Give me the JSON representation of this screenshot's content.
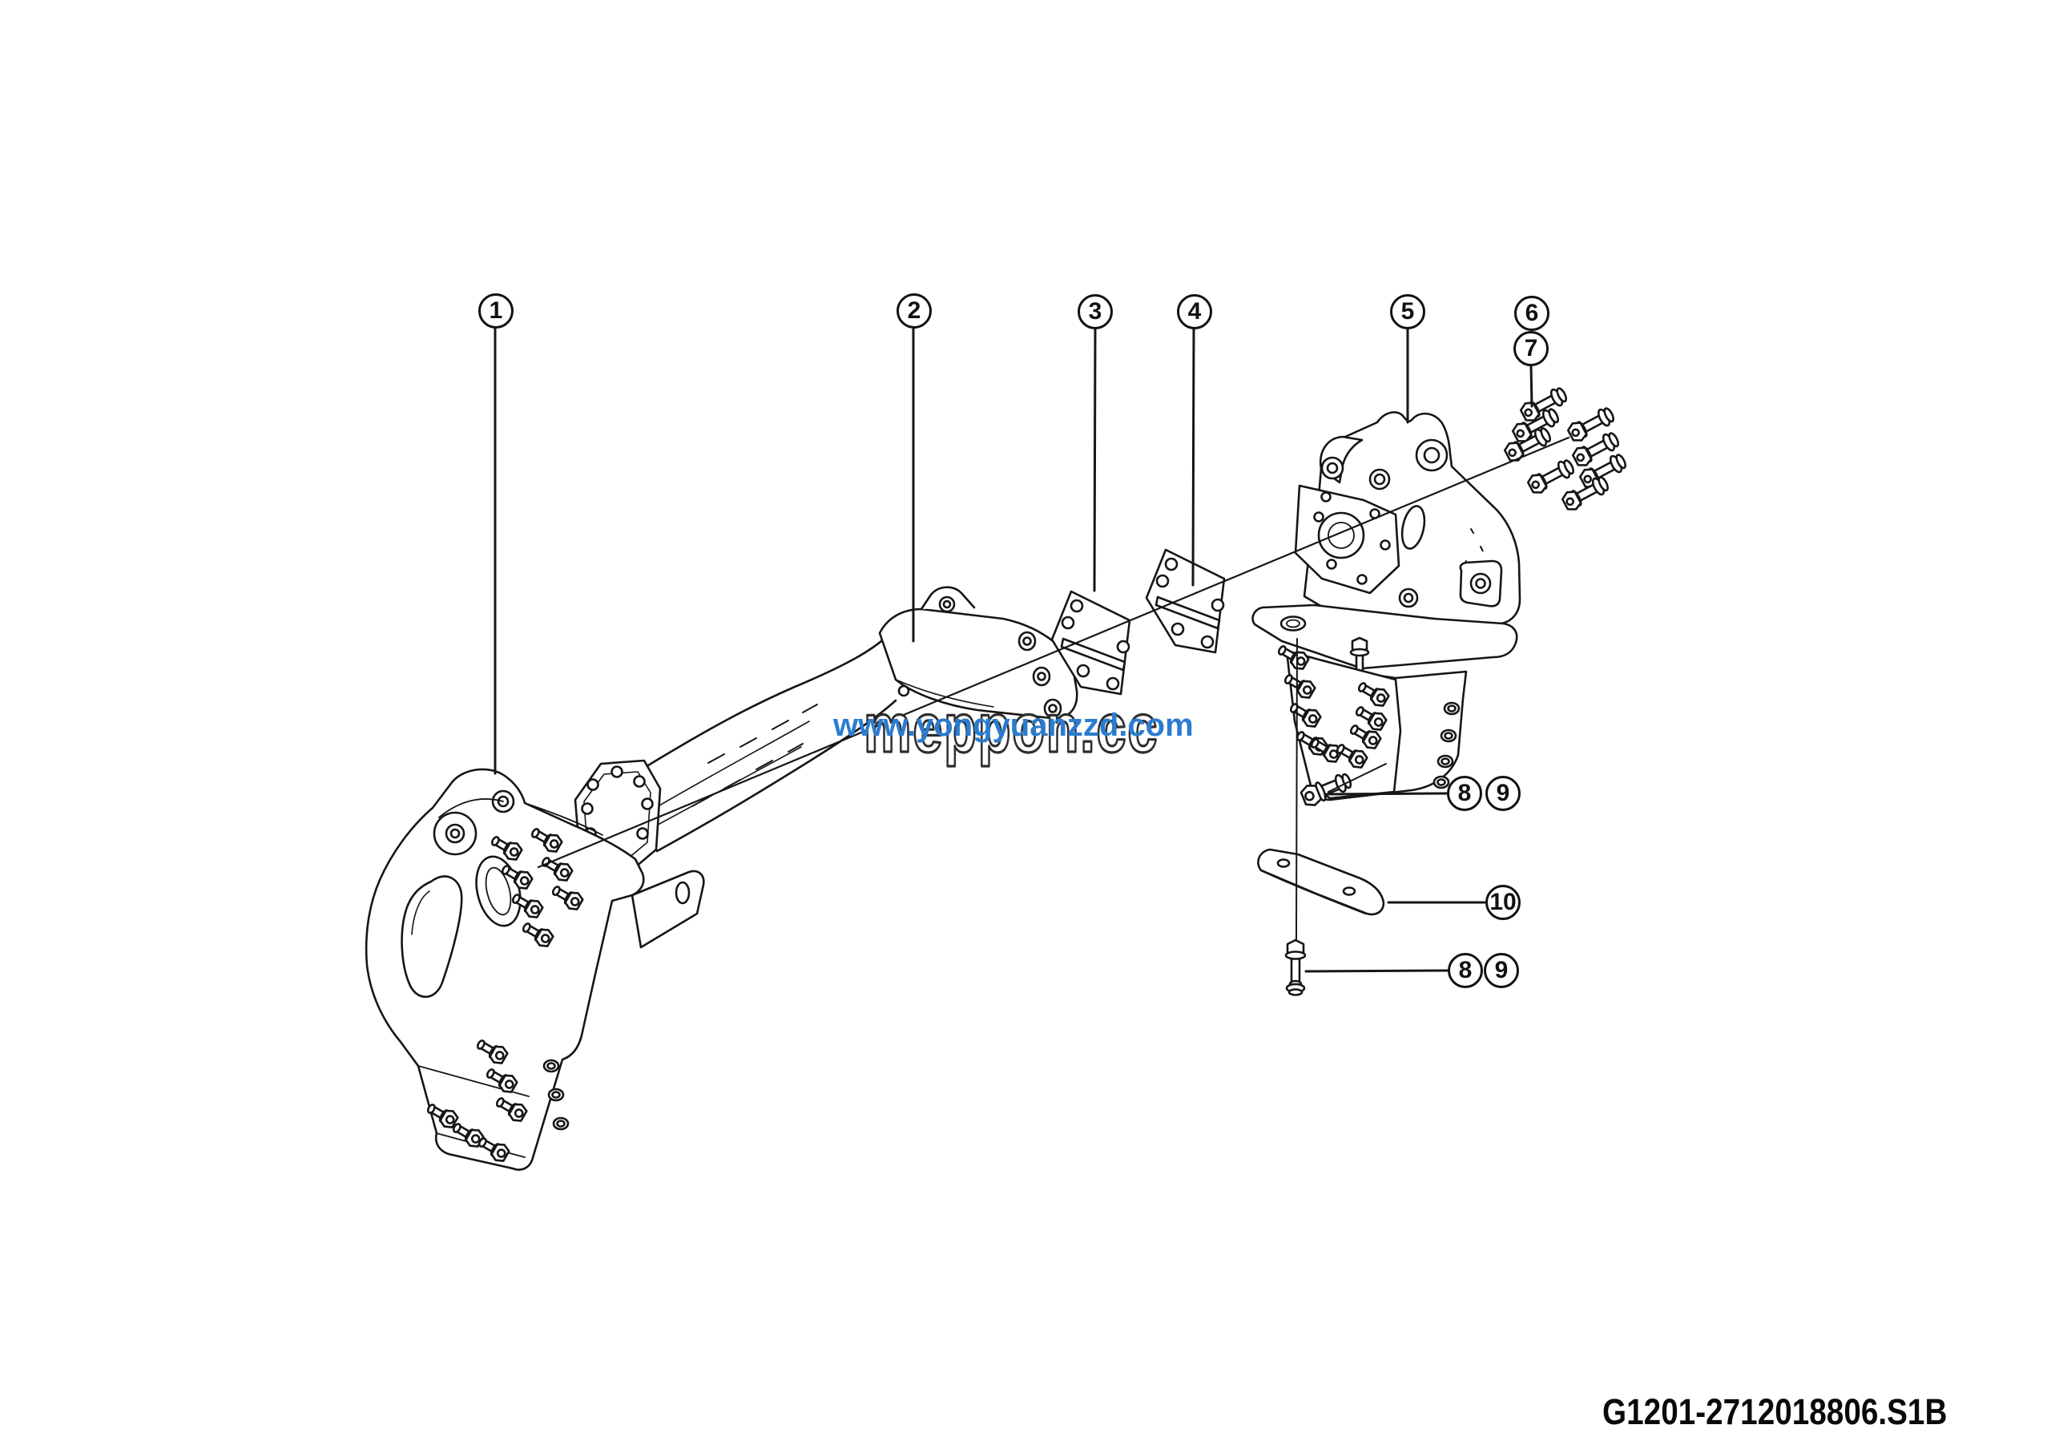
{
  "figure": {
    "code": "G1201-2712018806.S1B"
  },
  "watermarks": {
    "url": "www.yongyuanzzd.com",
    "url_color": "#2B7CD0",
    "brand": "meppon.cc"
  },
  "callouts": {
    "c1": "1",
    "c2": "2",
    "c3": "3",
    "c4": "4",
    "c5": "5",
    "c6": "6",
    "c7": "7",
    "c8": "8",
    "c9": "9",
    "c10": "10"
  }
}
